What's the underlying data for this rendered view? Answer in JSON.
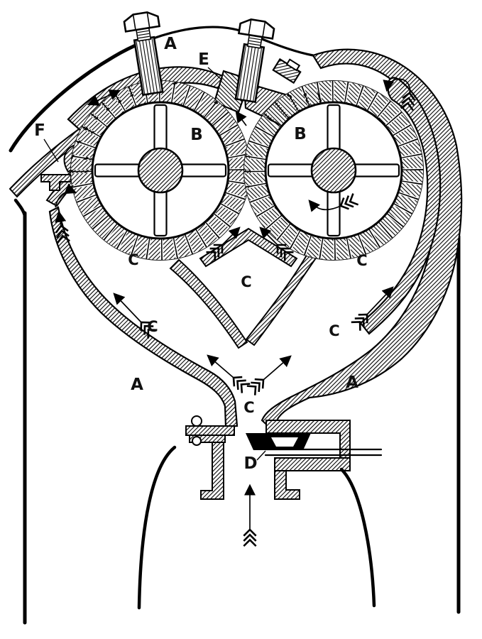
{
  "labels": {
    "a_top": "A",
    "a_bottom_left": "A",
    "a_bottom_right": "A",
    "b_left": "B",
    "b_right": "B",
    "c_below_left_rotor": "C",
    "c_center": "C",
    "c_left_passage": "C",
    "c_below_right_rotor": "C",
    "c_right_passage": "C",
    "c_throat": "C",
    "d_valve": "D",
    "e_cover": "E",
    "f_inlet": "F"
  }
}
